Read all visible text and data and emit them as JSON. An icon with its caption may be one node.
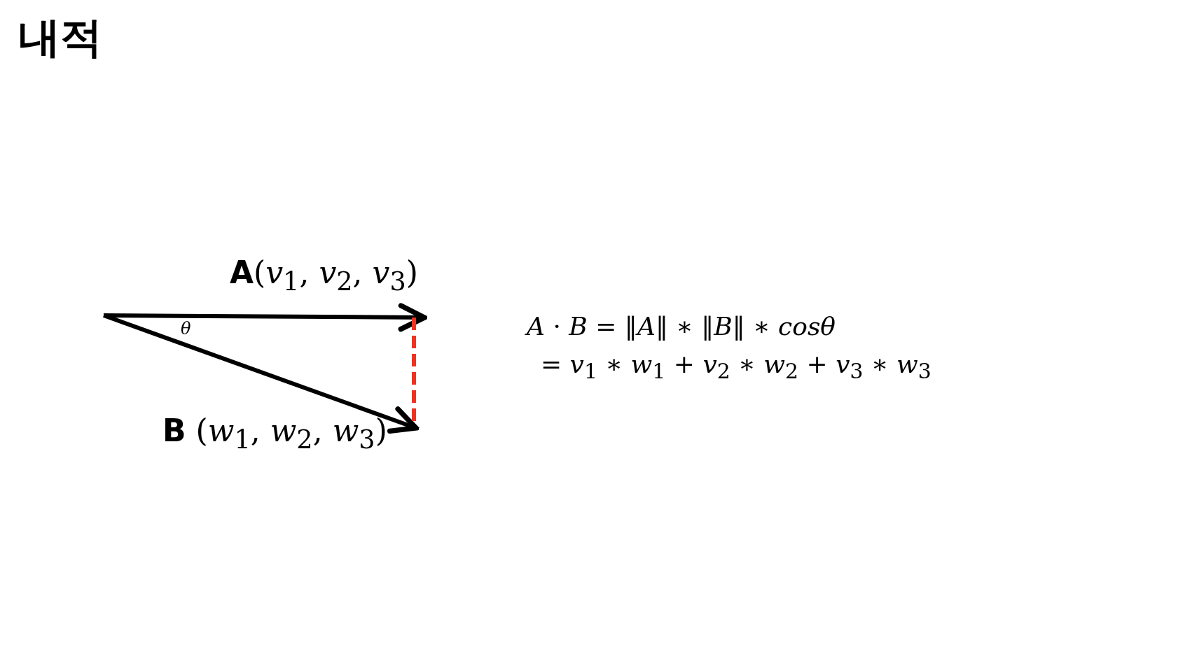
{
  "diagram": {
    "title": "내적",
    "labels": [
      "**A**(*v*$_{1}$, *v*$_{2}$, *v*$_{3}$)",
      "θ",
      "*A* · *B* = ‖*A*‖ ∗ ‖*B*‖ ∗ *cosθ*",
      "= *v*$_{1}$ ∗ *w*$_{1}$ + *v*$_{2}$ ∗ *w*$_{2}$ + *v*$_{3}$ ∗ *w*$_{3}$",
      "**B** (*w*$_{1}$, *w*$_{2}$, *w*$_{3}$)"
    ]
  }
}
